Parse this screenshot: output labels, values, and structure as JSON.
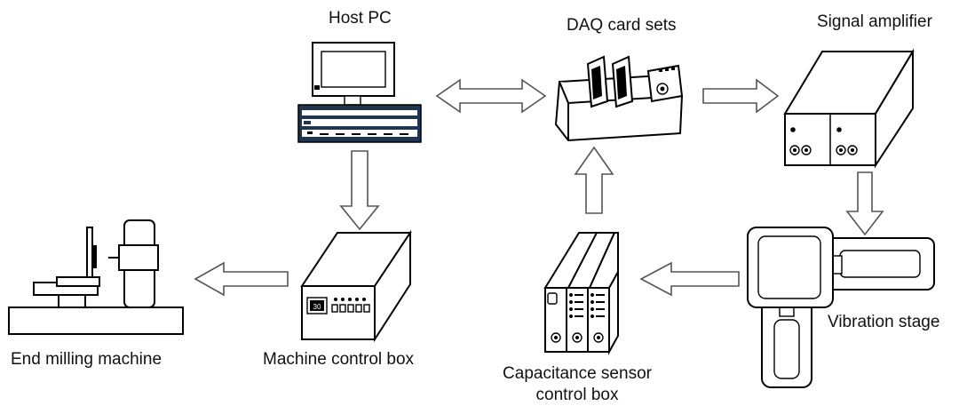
{
  "labels": {
    "host_pc": "Host PC",
    "daq": "DAQ card sets",
    "amplifier": "Signal amplifier",
    "machine_control": "Machine control box",
    "end_milling": "End milling machine",
    "capacitance_line1": "Capacitance sensor",
    "capacitance_line2": "control box",
    "vibration": "Vibration stage"
  },
  "machine_box_display": "30"
}
